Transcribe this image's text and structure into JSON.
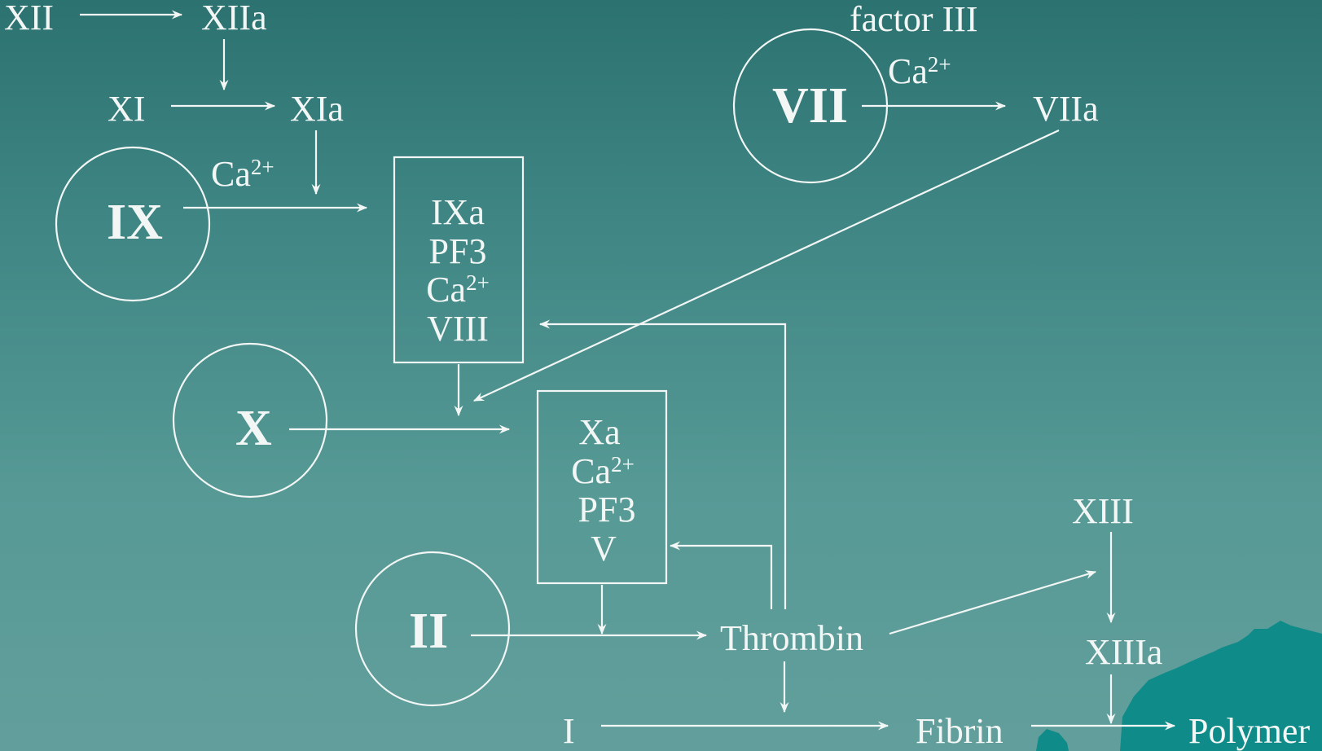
{
  "labels": {
    "xii": "XII",
    "xiia": "XIIa",
    "xi": "XI",
    "xia": "XIa",
    "ca_a": "Ca",
    "ca_a_sup": "2+",
    "ix": "IX",
    "factor_iii": "factor III",
    "ca_b": "Ca",
    "ca_b_sup": "2+",
    "vii": "VII",
    "viia": "VIIa",
    "x": "X",
    "ii": "II",
    "thrombin": "Thrombin",
    "i": "I",
    "fibrin": "Fibrin",
    "polymer": "Polymer",
    "xiii": "XIII",
    "xiiia": "XIIIa"
  },
  "box1": {
    "l1": "IXa",
    "l2": "PF3",
    "l3": "Ca",
    "l3_sup": "2+",
    "l4": "VIII"
  },
  "box2": {
    "l1": "Xa",
    "l2": "Ca",
    "l2_sup": "2+",
    "l3": "PF3",
    "l4": "V"
  },
  "colors": {
    "foreground": "#f2f6f5",
    "background_top": "#2b7270",
    "background_bottom": "#629f9c",
    "decoration": "#0f8c89"
  }
}
